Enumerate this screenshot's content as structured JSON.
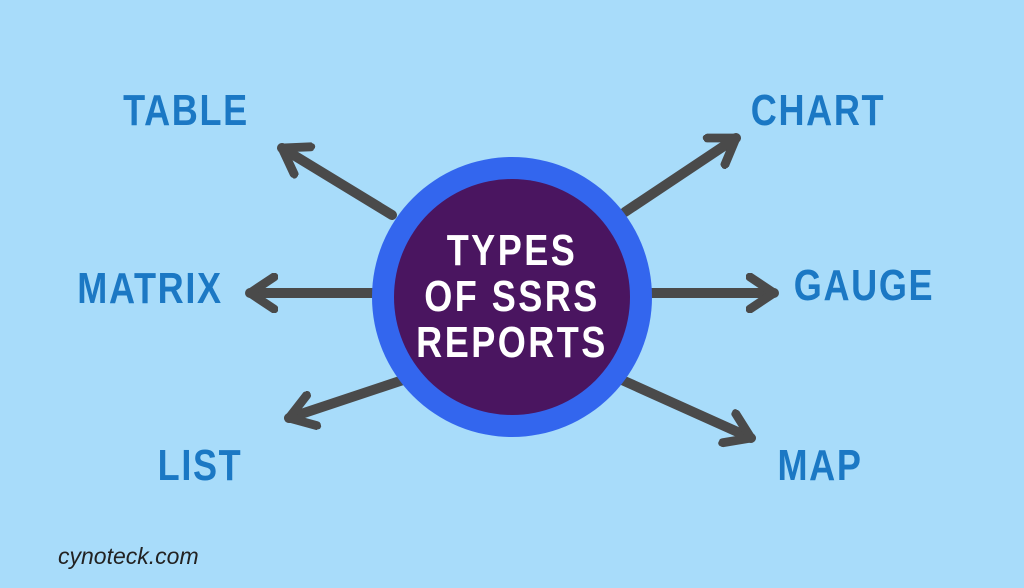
{
  "center": {
    "lines": [
      "TYPES",
      "OF SSRS",
      "REPORTS"
    ]
  },
  "branches": {
    "table": "TABLE",
    "chart": "CHART",
    "matrix": "MATRIX",
    "gauge": "GAUGE",
    "list": "LIST",
    "map": "MAP"
  },
  "footer": "cynoteck.com",
  "colors": {
    "background": "#a8dcfa",
    "ring": "#3366ee",
    "core": "#4a1560",
    "label": "#1b78c4",
    "arrow": "#4a4a4a"
  }
}
